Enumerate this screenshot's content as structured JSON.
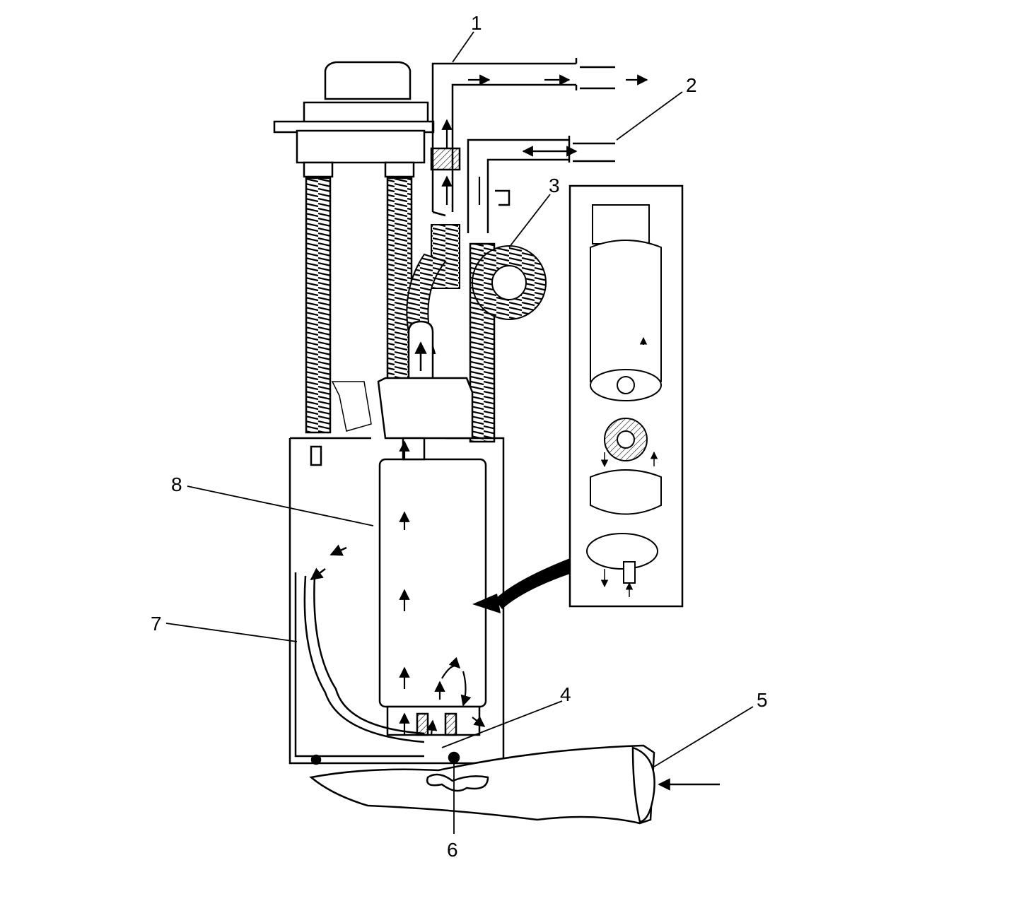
{
  "callouts": [
    {
      "id": "1",
      "label": "1"
    },
    {
      "id": "2",
      "label": "2"
    },
    {
      "id": "3",
      "label": "3"
    },
    {
      "id": "4",
      "label": "4"
    },
    {
      "id": "5",
      "label": "5"
    },
    {
      "id": "6",
      "label": "6"
    },
    {
      "id": "7",
      "label": "7"
    },
    {
      "id": "8",
      "label": "8"
    }
  ],
  "colors": {
    "line": "#000000",
    "background": "#ffffff",
    "fill_light": "#f2f2f2"
  }
}
